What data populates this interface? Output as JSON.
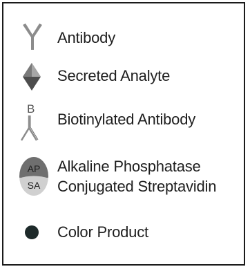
{
  "legend": {
    "items": [
      {
        "icon": "antibody-icon",
        "label": "Antibody"
      },
      {
        "icon": "secreted-analyte-icon",
        "label": "Secreted Analyte"
      },
      {
        "icon": "biotinylated-antibody-icon",
        "label": "Biotinylated Antibody",
        "icon_text": "B"
      },
      {
        "icon": "ap-sa-conjugate-icon",
        "label_line1": "Alkaline Phosphatase",
        "label_line2": "Conjugated Streptavidin",
        "icon_top_text": "AP",
        "icon_bottom_text": "SA"
      },
      {
        "icon": "color-product-icon",
        "label": "Color Product"
      }
    ]
  },
  "colors": {
    "antibody": "#8c8c8c",
    "analyte_light": "#a6a6a6",
    "analyte_dark": "#4d4d4d",
    "ap_top": "#6f6f6f",
    "sa_bottom": "#d0d0d0",
    "color_product": "#1e2a2a",
    "border": "#1a1a1a",
    "text": "#1e1e1e"
  }
}
